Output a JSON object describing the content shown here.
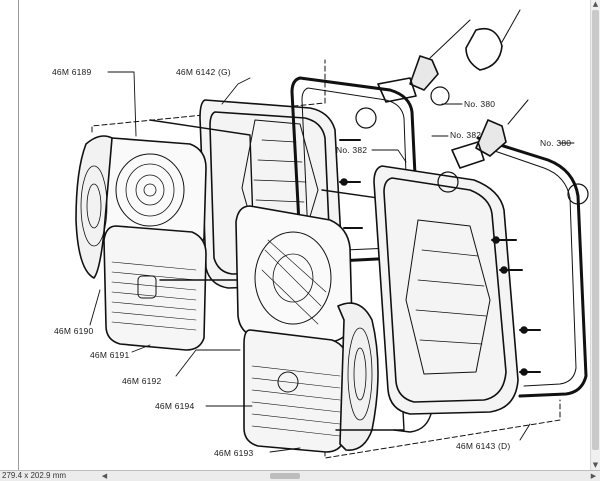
{
  "window": {
    "title": ""
  },
  "diagram": {
    "labels": {
      "l6189": "46M 6189",
      "l6142": "46M 6142 (G)",
      "l380a": "No. 380",
      "l382a": "No. 382",
      "l382b": "No. 382",
      "l380b": "No. 380",
      "l6190": "46M 6190",
      "l6191": "46M 6191",
      "l6192": "46M 6192",
      "l6194": "46M 6194",
      "l6193": "46M 6193",
      "l6143": "46M 6143 (D)"
    }
  },
  "statusbar": {
    "dimensions": "279.4 x 202.9 mm",
    "grip": "|||"
  },
  "icons": {
    "scroll_up": "scroll-up-icon",
    "scroll_down": "scroll-down-icon",
    "scroll_left": "scroll-left-icon",
    "scroll_right": "scroll-right-icon"
  }
}
